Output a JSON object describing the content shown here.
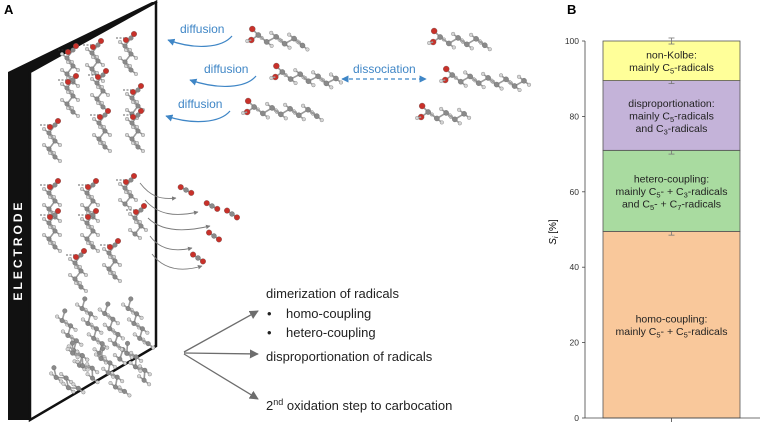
{
  "panel_a": {
    "letter": "A",
    "electrode_text": "ELECTRODE",
    "diffusion_labels": [
      "diffusion",
      "diffusion",
      "diffusion"
    ],
    "dissociation_label": "dissociation",
    "outcomes": {
      "dimerization": "dimerization of radicals",
      "bullet_glyph": "•",
      "homo": "homo-coupling",
      "hetero": "hetero-coupling",
      "disproportionation": "disproportionation of radicals",
      "oxidation_prefix": "2",
      "oxidation_sup": "nd",
      "oxidation_rest": " oxidation step to carbocation"
    },
    "colors": {
      "arrow_blue": "#3f86c6",
      "atom_red": "#c8312a",
      "atom_grey": "#8a8a8a",
      "atom_light": "#d4d4d4"
    }
  },
  "panel_b": {
    "letter": "B",
    "chart_data": {
      "type": "bar",
      "stacked": true,
      "ylabel_main": "S",
      "ylabel_sub": "i",
      "ylabel_unit": " [%]",
      "ylim": [
        0,
        100
      ],
      "yticks": [
        "0",
        "20",
        "40",
        "60",
        "80",
        "100"
      ],
      "segments": [
        {
          "from": 0,
          "to": 49.5,
          "error": 1.0,
          "color": "#f9c89b",
          "lines": [
            [
              {
                "t": "homo-coupling:"
              }
            ],
            [
              {
                "t": "mainly C"
              },
              {
                "t": "5",
                "sub": true
              },
              {
                "t": "- + C"
              },
              {
                "t": "5",
                "sub": true
              },
              {
                "t": "-radicals"
              }
            ]
          ]
        },
        {
          "from": 49.5,
          "to": 71.0,
          "error": 1.0,
          "color": "#a9dba0",
          "lines": [
            [
              {
                "t": "hetero-coupling:"
              }
            ],
            [
              {
                "t": "mainly C"
              },
              {
                "t": "5",
                "sub": true
              },
              {
                "t": "- + C"
              },
              {
                "t": "3",
                "sub": true
              },
              {
                "t": "-radicals"
              }
            ],
            [
              {
                "t": "and C"
              },
              {
                "t": "5",
                "sub": true
              },
              {
                "t": "- + C"
              },
              {
                "t": "7",
                "sub": true
              },
              {
                "t": "-radicals"
              }
            ]
          ]
        },
        {
          "from": 71.0,
          "to": 89.5,
          "error": 0.8,
          "color": "#c4b3d9",
          "lines": [
            [
              {
                "t": "disproportionation:"
              }
            ],
            [
              {
                "t": "mainly C"
              },
              {
                "t": "5",
                "sub": true
              },
              {
                "t": "-radicals"
              }
            ],
            [
              {
                "t": "and C"
              },
              {
                "t": "3",
                "sub": true
              },
              {
                "t": "-radicals"
              }
            ]
          ]
        },
        {
          "from": 89.5,
          "to": 100,
          "error": 0.8,
          "color": "#ffff99",
          "lines": [
            [
              {
                "t": "non-Kolbe:"
              }
            ],
            [
              {
                "t": "mainly C"
              },
              {
                "t": "5",
                "sub": true
              },
              {
                "t": "-radicals"
              }
            ]
          ]
        }
      ]
    }
  }
}
